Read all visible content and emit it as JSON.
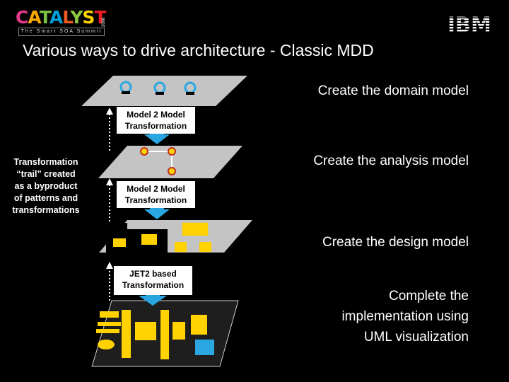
{
  "brand": {
    "logo_text": "CATALYST",
    "logo_year": "2006",
    "logo_tagline": "The Smart SOA Summit",
    "company": "IBM"
  },
  "slide": {
    "title": "Various ways to drive architecture - Classic MDD",
    "levels": [
      "Create the domain model",
      "Create the analysis model",
      "Create the design model"
    ],
    "final_step": [
      "Complete the",
      "implementation using",
      "UML visualization"
    ],
    "transformations": [
      [
        "Model 2 Model",
        "Transformation"
      ],
      [
        "Model 2 Model",
        "Transformation"
      ],
      [
        "JET2 based",
        "Transformation"
      ]
    ],
    "side_note": [
      "Transformation",
      "“trail” created",
      "as  a byproduct",
      "of patterns and",
      "transformations"
    ]
  },
  "colors": {
    "background": "#000000",
    "plane": "#c0c0c0",
    "arrow": "#2aa7e1",
    "node": "#ffd200",
    "accent_blue": "#2aa7e1"
  }
}
